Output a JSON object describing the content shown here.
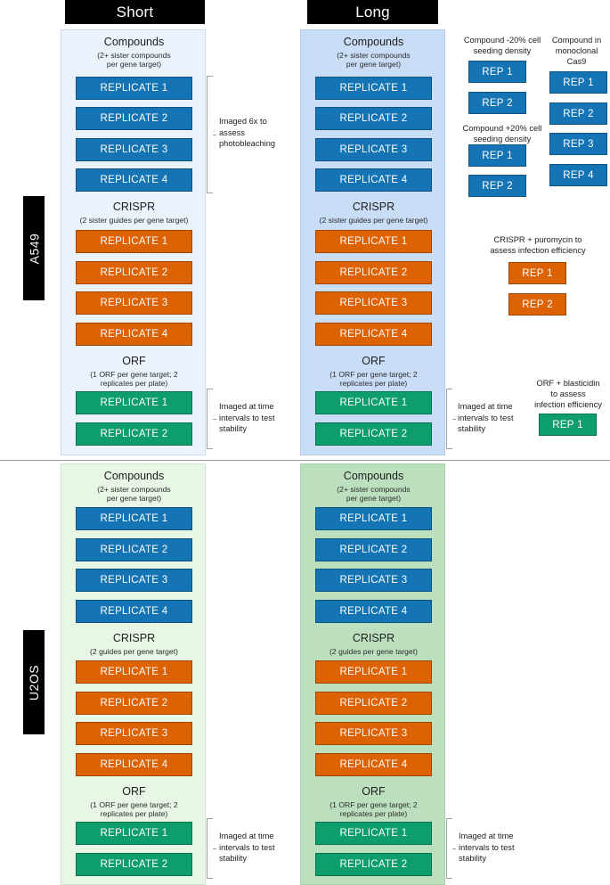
{
  "conditions": [
    {
      "id": "short",
      "label": "Short"
    },
    {
      "id": "long",
      "label": "Long"
    }
  ],
  "cell_lines": [
    {
      "id": "a549",
      "label": "A549"
    },
    {
      "id": "u2os",
      "label": "U2OS"
    }
  ],
  "sections": {
    "compounds_title": "Compounds",
    "compounds_sub": "(2+ sister compounds\nper gene target)",
    "compounds_sub_line1": "(2+ sister compounds",
    "compounds_sub_line2": "per gene target)",
    "crispr_title": "CRISPR",
    "crispr_sub_sister_line1": "(2 sister guides per gene target)",
    "crispr_sub_plain_line1": "(2 guides per gene target)",
    "orf_title": "ORF",
    "orf_sub_line1": "(1 ORF per gene target; 2",
    "orf_sub_line2": "replicates per plate)"
  },
  "replicate_labels": {
    "r1": "REPLICATE 1",
    "r2": "REPLICATE 2",
    "r3": "REPLICATE 3",
    "r4": "REPLICATE 4",
    "rep1": "REP 1",
    "rep2": "REP 2",
    "rep3": "REP 3",
    "rep4": "REP 4"
  },
  "annotations": {
    "photobleaching_line1": "Imaged 6x to",
    "photobleaching_line2": "assess",
    "photobleaching_line3": "photobleaching",
    "stability_short_a549_line1": "Imaged at time",
    "stability_short_a549_line2": "intervals to test",
    "stability_short_a549_line3": "stability",
    "stability_long_a549_line1": "Imaged at time",
    "stability_long_a549_line2": "intervals to test",
    "stability_long_a549_line3": "stability",
    "stability_short_u2os_line1": "Imaged at time",
    "stability_short_u2os_line2": "intervals to test",
    "stability_short_u2os_line3": "stability",
    "stability_long_u2os_line1": "Imaged at time",
    "stability_long_u2os_line2": "intervals to test",
    "stability_long_u2os_line3": "stability"
  },
  "side_groups": {
    "seeding_minus": {
      "caption_line1": "Compound -20% cell",
      "caption_line2": "seeding density",
      "reps": [
        "REP 1",
        "REP 2"
      ],
      "color": "#1474b4"
    },
    "seeding_plus": {
      "caption_line1": "Compound +20% cell",
      "caption_line2": "seeding density",
      "reps": [
        "REP 1",
        "REP 2"
      ],
      "color": "#1474b4"
    },
    "monoclonal": {
      "caption_line1": "Compound in",
      "caption_line2": "monoclonal",
      "caption_line3": "Cas9",
      "reps": [
        "REP 1",
        "REP 2",
        "REP 3",
        "REP 4"
      ],
      "color": "#1474b4"
    },
    "puromycin": {
      "caption_line1": "CRISPR + puromycin to",
      "caption_line2": "assess infection efficiency",
      "reps": [
        "REP 1",
        "REP 2"
      ],
      "color": "#dd6203"
    },
    "blasticidin": {
      "caption_line1": "ORF + blasticidin",
      "caption_line2": "to assess",
      "caption_line3": "infection efficiency",
      "reps": [
        "REP 1"
      ],
      "color": "#0e9e6e"
    }
  },
  "colors": {
    "compound_blue": "#1474b4",
    "crispr_orange": "#dd6203",
    "orf_green": "#0e9e6e",
    "panel_short_a549": "#eaf2fc",
    "panel_long_a549": "#c9ddf7",
    "panel_short_u2os": "#e7f6e5",
    "panel_long_u2os": "#bce0bd",
    "header_bar": "#000000"
  }
}
